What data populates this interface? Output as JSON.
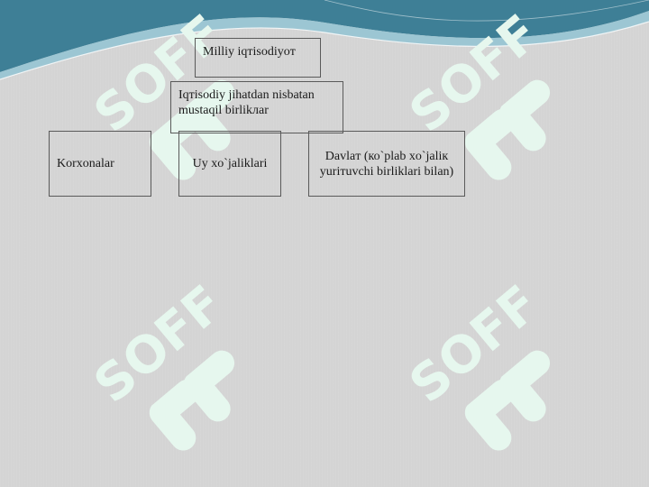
{
  "slide": {
    "root_label": "Milliy iqтisodiyoт",
    "middle_label": "Iqтisodiy jihatdan nisbatan mustaqil birlikлar",
    "left_label": "Korxonalar",
    "center_label": "Uy xo`jaliklari",
    "right_label": "Davlaт (ко`plab xo`jaliк yuriтuvchi birliklari bilan)"
  },
  "watermark": {
    "text": "SOFF",
    "color": "#e6f7ee"
  },
  "colors": {
    "background": "#d4d4d4",
    "wave_dark": "#3e7f96",
    "wave_light": "#9cc6d3",
    "box_border": "#5a5a5a"
  }
}
